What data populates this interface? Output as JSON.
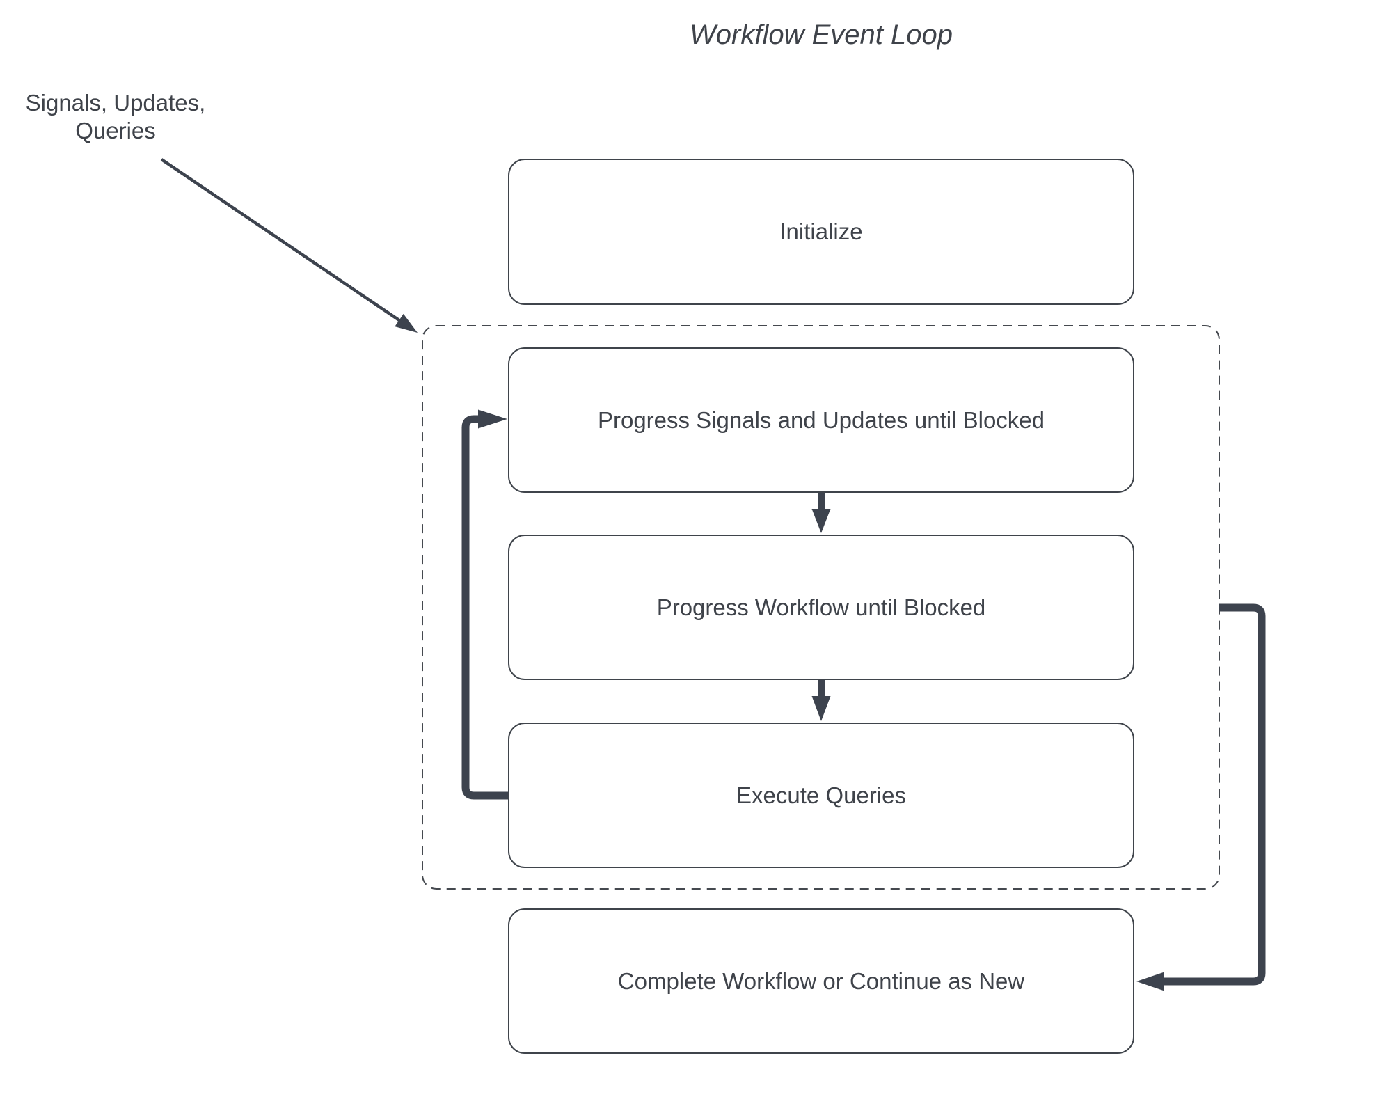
{
  "title": "Workflow Event Loop",
  "external_input_label": "Signals, Updates,\nQueries",
  "nodes": {
    "initialize": "Initialize",
    "progress_signals": "Progress Signals and Updates until Blocked",
    "progress_workflow": "Progress Workflow until Blocked",
    "execute_queries": "Execute Queries",
    "complete": "Complete Workflow or Continue as New"
  },
  "container": {
    "role": "event-loop-group"
  },
  "edges": [
    {
      "from": "external-input",
      "to": "event-loop-group",
      "style": "thin-diagonal-arrow"
    },
    {
      "from": "progress_signals",
      "to": "progress_workflow",
      "style": "down-arrow"
    },
    {
      "from": "progress_workflow",
      "to": "execute_queries",
      "style": "down-arrow"
    },
    {
      "from": "execute_queries",
      "to": "progress_signals",
      "style": "left-loop-arrow"
    },
    {
      "from": "event-loop-group",
      "to": "complete",
      "style": "right-loop-arrow"
    }
  ],
  "colors": {
    "background": "#ffffff",
    "text": "#3f434a",
    "box_border": "#3f444b",
    "dashed_border": "#45494f",
    "arrow": "#3d434e",
    "box_fill": "#ffffff"
  }
}
